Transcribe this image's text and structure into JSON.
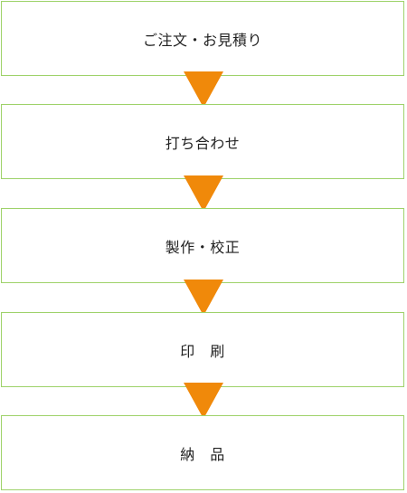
{
  "steps": [
    {
      "label": "ご注文・お見積り"
    },
    {
      "label": "打ち合わせ"
    },
    {
      "label": "製作・校正"
    },
    {
      "label": "印　刷"
    },
    {
      "label": "納　品"
    }
  ],
  "colors": {
    "box_border": "#9ed26a",
    "arrow": "#f0890a",
    "text": "#222222"
  },
  "icons": {
    "connector": "down-triangle-arrow-icon"
  }
}
